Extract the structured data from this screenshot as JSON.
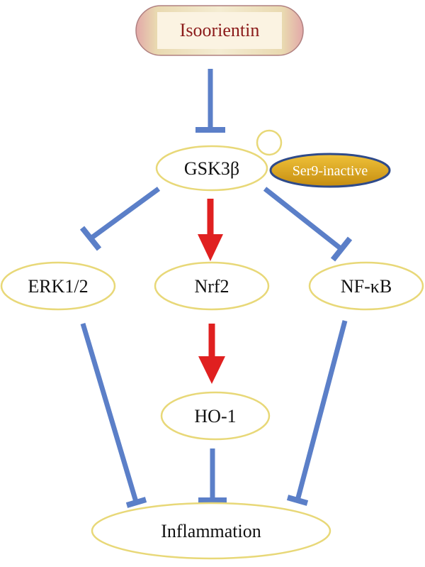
{
  "diagram": {
    "nodes": {
      "isoorientin": "Isoorientin",
      "gsk3b": "GSK3β",
      "ser9_badge": "Ser9-inactive",
      "erk": "ERK1/2",
      "nrf2": "Nrf2",
      "nfkb": "NF-κB",
      "ho1": "HO-1",
      "inflammation": "Inflammation"
    },
    "edges": [
      {
        "from": "Isoorientin",
        "to": "GSK3β",
        "type": "inhibit"
      },
      {
        "from": "GSK3β",
        "to": "ERK1/2",
        "type": "inhibit"
      },
      {
        "from": "GSK3β",
        "to": "Nrf2",
        "type": "activate"
      },
      {
        "from": "GSK3β",
        "to": "NF-κB",
        "type": "inhibit"
      },
      {
        "from": "Nrf2",
        "to": "HO-1",
        "type": "activate"
      },
      {
        "from": "ERK1/2",
        "to": "Inflammation",
        "type": "inhibit"
      },
      {
        "from": "HO-1",
        "to": "Inflammation",
        "type": "inhibit"
      },
      {
        "from": "NF-κB",
        "to": "Inflammation",
        "type": "inhibit"
      }
    ],
    "colors": {
      "inhibit": "#5b7fc8",
      "activate": "#e02020",
      "node_border": "#e8d878",
      "title_text": "#8b1a1a",
      "badge_fill": "#d9a520"
    }
  }
}
